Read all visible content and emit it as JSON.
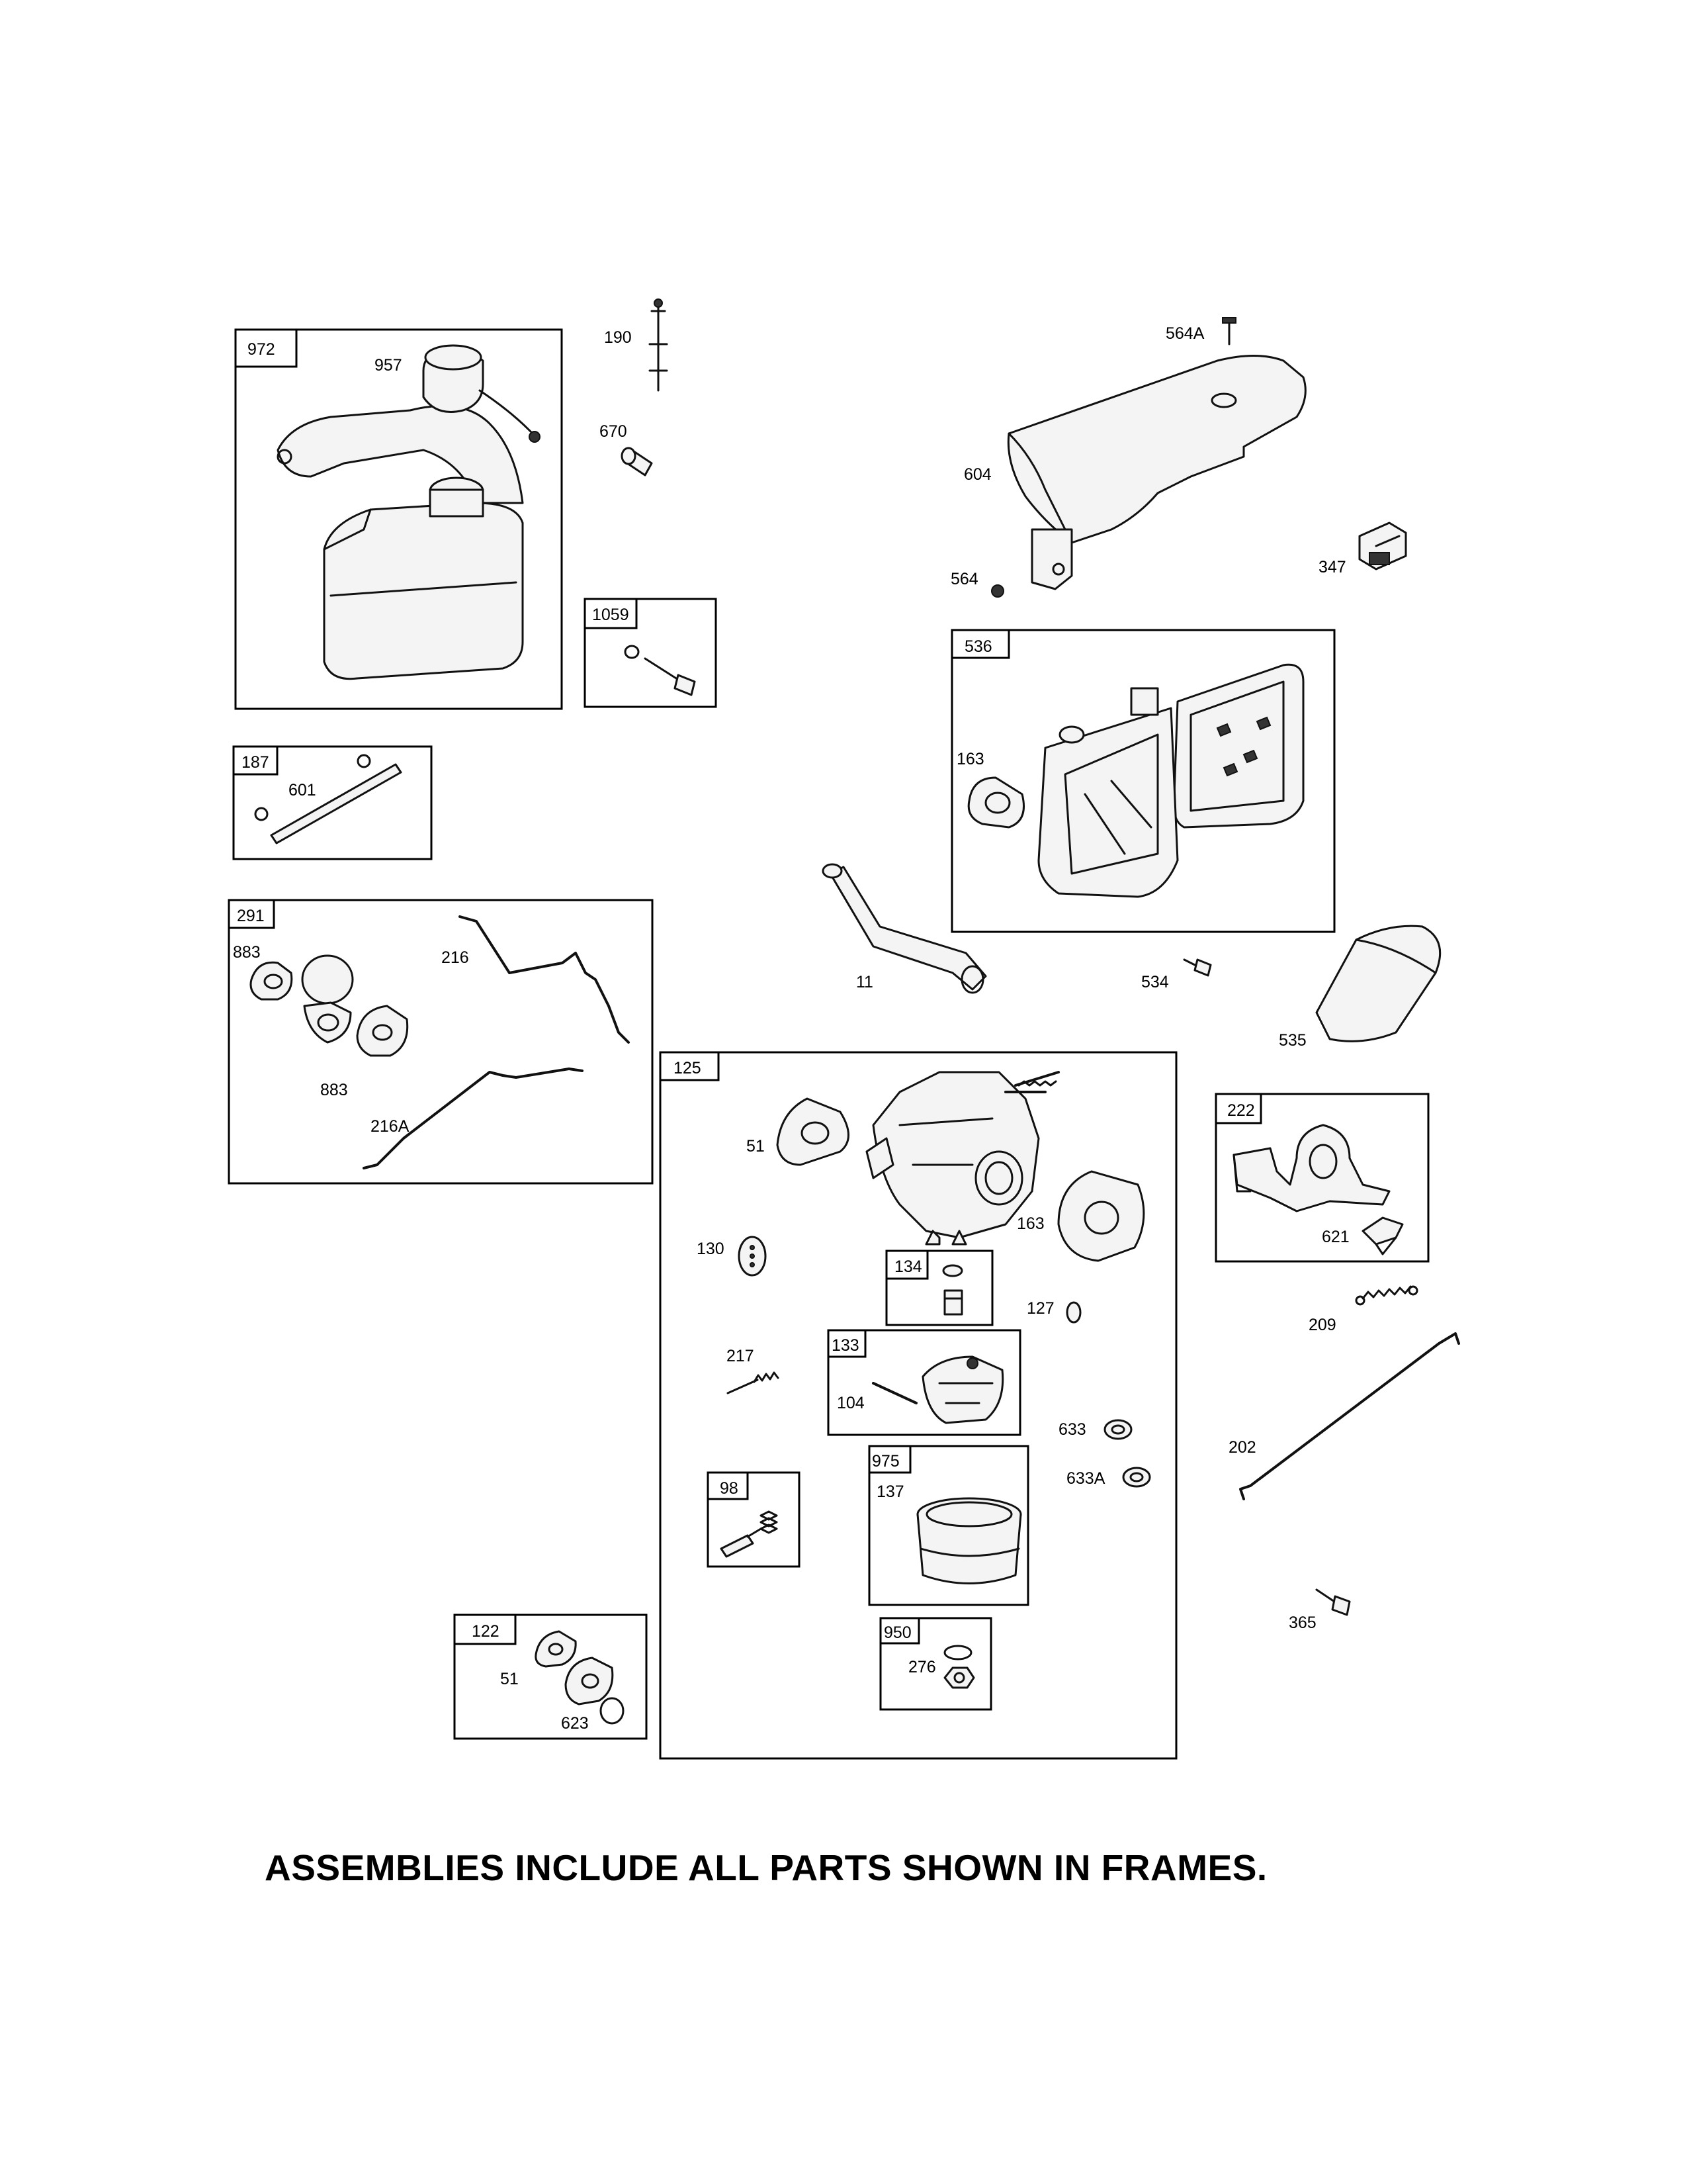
{
  "frames": {
    "f972": "972",
    "f1059": "1059",
    "f187": "187",
    "f291": "291",
    "f536": "536",
    "f125": "125",
    "f222": "222",
    "f134": "134",
    "f133": "133",
    "f975": "975",
    "f98": "98",
    "f950": "950",
    "f122": "122"
  },
  "labels": {
    "p957": "957",
    "p190": "190",
    "p670": "670",
    "p564A": "564A",
    "p604": "604",
    "p564": "564",
    "p347": "347",
    "p601": "601",
    "p163a": "163",
    "p883a": "883",
    "p216": "216",
    "p883b": "883",
    "p216A": "216A",
    "p11": "11",
    "p534": "534",
    "p535": "535",
    "p51a": "51",
    "p163b": "163",
    "p130": "130",
    "p127": "127",
    "p621": "621",
    "p209": "209",
    "p217": "217",
    "p104": "104",
    "p633": "633",
    "p633A": "633A",
    "p202": "202",
    "p137": "137",
    "p365": "365",
    "p51b": "51",
    "p623": "623",
    "p276": "276"
  },
  "footer": "ASSEMBLIES INCLUDE ALL PARTS SHOWN IN FRAMES."
}
